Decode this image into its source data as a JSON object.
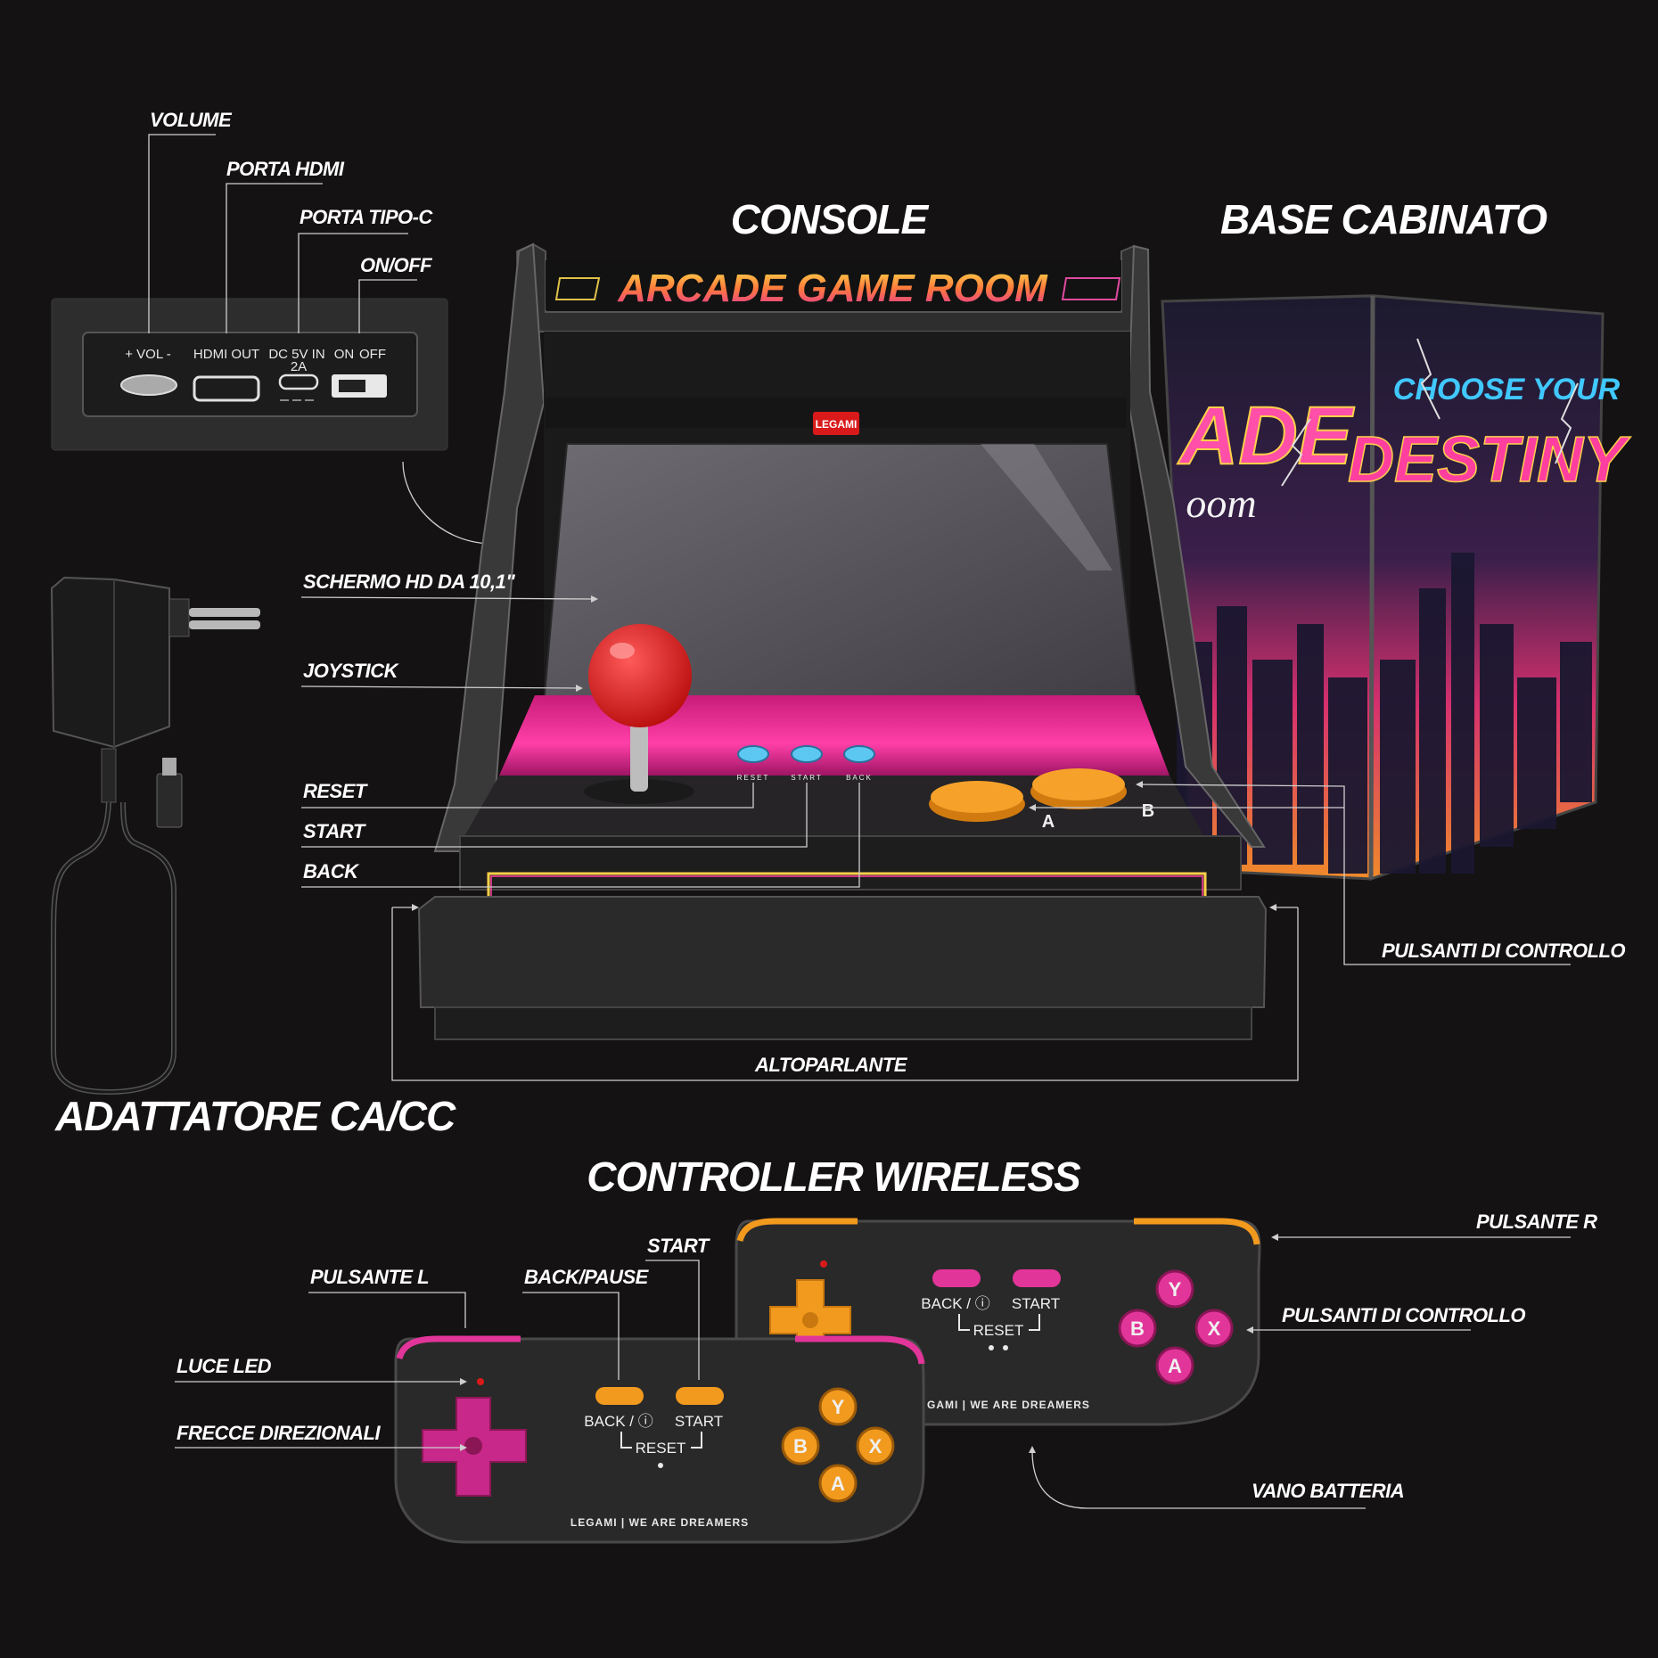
{
  "titles": {
    "console": "CONSOLE",
    "base": "BASE CABINATO",
    "adapter": "ADATTATORE CA/CC",
    "controller": "CONTROLLER WIRELESS"
  },
  "console_labels": {
    "volume": "VOLUME",
    "hdmi": "PORTA HDMI",
    "typec": "PORTA TIPO-C",
    "onoff": "ON/OFF",
    "screen": "SCHERMO HD DA 10,1\"",
    "joystick": "JOYSTICK",
    "reset": "RESET",
    "start": "START",
    "back": "BACK",
    "control_buttons": "PULSANTI DI CONTROLLO",
    "speaker": "ALTOPARLANTE"
  },
  "ports_panel": {
    "vol": "+ VOL -",
    "hdmi_out": "HDMI OUT",
    "dc_in": "DC 5V IN",
    "dc_amp": "2A",
    "on": "ON",
    "off": "OFF"
  },
  "marquee": "ARCADE GAME ROOM",
  "brand_badge": "LEGAMI",
  "arcade_buttons": {
    "reset": "RESET",
    "start": "START",
    "back": "BACK",
    "a": "A",
    "b": "B"
  },
  "cabinet_art": {
    "left": "ADE",
    "left_sub": "oom",
    "right_top": "CHOOSE YOUR",
    "right_bottom": "DESTINY"
  },
  "controller_labels": {
    "button_l": "PULSANTE L",
    "back_pause": "BACK/PAUSE",
    "start": "START",
    "led": "LUCE LED",
    "arrows": "FRECCE DIREZIONALI",
    "button_r": "PULSANTE R",
    "control_buttons": "PULSANTI DI CONTROLLO",
    "battery": "VANO BATTERIA"
  },
  "controller_face": {
    "back": "BACK / ⓘ",
    "start": "START",
    "reset": "RESET",
    "brand": "LEGAMI | WE ARE DREAMERS",
    "brand_cut": "GAMI | WE ARE DREAMERS",
    "y": "Y",
    "b": "B",
    "x": "X",
    "a": "A"
  },
  "colors": {
    "background": "#141212",
    "pink": "#d6288f",
    "orange": "#f29a1e",
    "red": "#d91a1a",
    "blue": "#3fb4e8"
  }
}
